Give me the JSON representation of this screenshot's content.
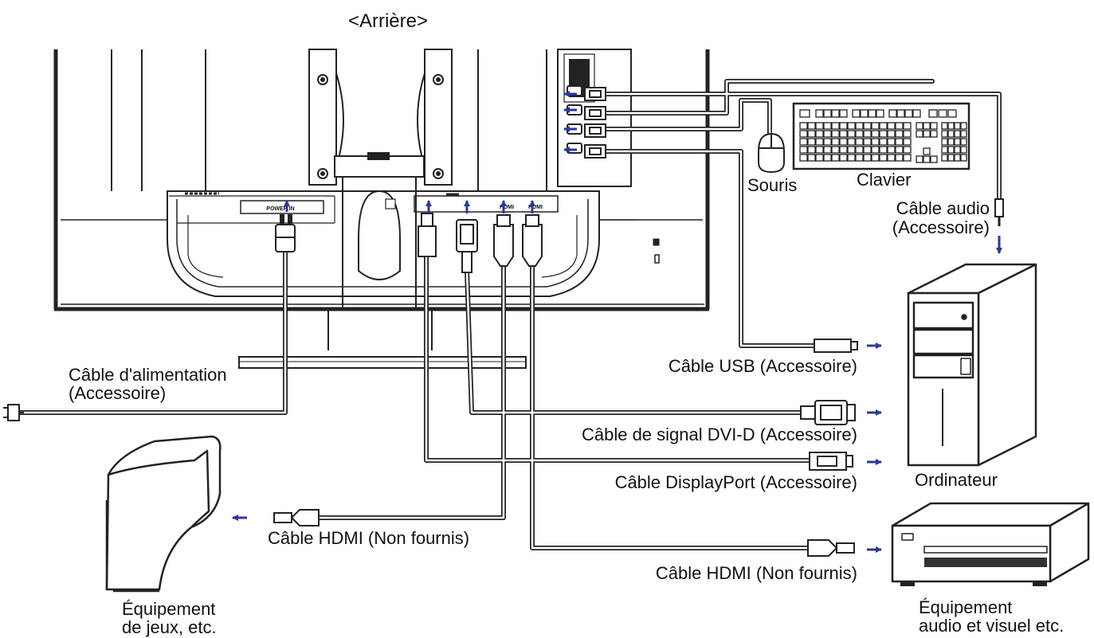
{
  "title": "<Arrière>",
  "panel": {
    "power_port": "POWER IN",
    "hdmi1_port": "HDMI",
    "hdmi2_port": "HDMI"
  },
  "labels": {
    "mouse": "Souris",
    "keyboard": "Clavier",
    "audio_cable_1": "Câble audio",
    "audio_cable_2": "(Accessoire)",
    "usb_cable": "Câble USB (Accessoire)",
    "power_cable_1": "Câble d'alimentation",
    "power_cable_2": "(Accessoire)",
    "dvi_cable": "Câble de signal DVI-D (Accessoire)",
    "dp_cable": "Câble DisplayPort (Accessoire)",
    "computer": "Ordinateur",
    "hdmi_cable_left": "Câble HDMI (Non fournis)",
    "hdmi_cable_right": "Câble HDMI (Non fournis)",
    "game_equipment_1": "Équipement",
    "game_equipment_2": "de jeux, etc.",
    "av_equipment_1": "Équipement",
    "av_equipment_2": "audio et visuel etc."
  },
  "colors": {
    "line": "#222222",
    "arrow": "#2b3a97",
    "fill": "#ffffff"
  }
}
